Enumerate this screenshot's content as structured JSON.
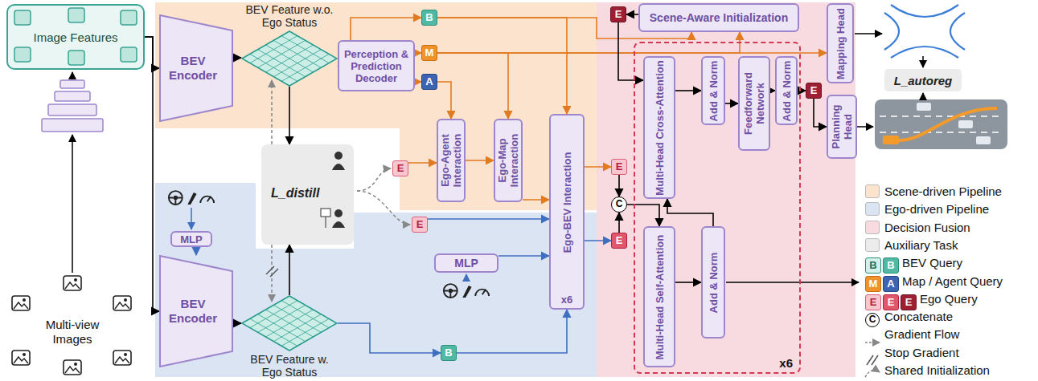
{
  "diagram": {
    "nodes": [
      {
        "text": [
          "Image Features"
        ]
      },
      {
        "text": [
          "BEV Encoder"
        ]
      },
      {
        "text": [
          "BEV Feature w.o. Ego Status"
        ]
      },
      {
        "text": [
          "Perception & Prediction Decoder"
        ]
      },
      {
        "text": [
          "B"
        ]
      },
      {
        "text": [
          "M"
        ]
      },
      {
        "text": [
          "A"
        ]
      },
      {
        "text": [
          "Scene-Aware Initialization"
        ]
      },
      {
        "text": [
          "E"
        ]
      },
      {
        "text": [
          "E"
        ]
      },
      {
        "text": [
          "Ego-Agent Interaction"
        ]
      },
      {
        "text": [
          "Ego-Map Interaction"
        ]
      },
      {
        "text": [
          "Ego-BEV Interaction",
          "x6"
        ]
      },
      {
        "text": [
          "E"
        ]
      },
      {
        "text": [
          "C"
        ]
      },
      {
        "text": [
          "E"
        ]
      },
      {
        "text": [
          "L_distill"
        ]
      },
      {
        "text": [
          "BEV Encoder"
        ]
      },
      {
        "text": [
          "MLP"
        ]
      },
      {
        "text": [
          "BEV Feature w. Ego Status"
        ]
      },
      {
        "text": [
          "E"
        ]
      },
      {
        "text": [
          "MLP"
        ]
      },
      {
        "text": [
          "B"
        ]
      },
      {
        "text": [
          "x6"
        ]
      },
      {
        "text": [
          "Multi-Head Cross-Attention"
        ],
        "in": 23
      },
      {
        "text": [
          "Add & Norm"
        ],
        "in": 23
      },
      {
        "text": [
          "Feedforward Network"
        ],
        "in": 23
      },
      {
        "text": [
          "Add & Norm"
        ],
        "in": 23
      },
      {
        "text": [
          "Multi-Head Self-Attention"
        ],
        "in": 23
      },
      {
        "text": [
          "Add & Norm"
        ],
        "in": 23
      },
      {
        "text": [
          "E"
        ]
      },
      {
        "text": [
          "Mapping Head"
        ]
      },
      {
        "text": [
          "Planning Head"
        ]
      },
      {
        "text": [
          "L_autoreg"
        ]
      }
    ],
    "edges": [
      {
        "from": 0,
        "to": 1,
        "arrow": "to"
      },
      {
        "from": 0,
        "to": 17,
        "arrow": "to"
      },
      {
        "from": 1,
        "to": 2,
        "arrow": "to"
      },
      {
        "from": 2,
        "to": 3,
        "arrow": "to"
      },
      {
        "from": 2,
        "to": 4,
        "arrow": "to"
      },
      {
        "from": 3,
        "to": 5,
        "arrow": "to"
      },
      {
        "from": 3,
        "to": 6,
        "arrow": "to"
      },
      {
        "from": 4,
        "to": 7,
        "arrow": "to"
      },
      {
        "from": 4,
        "to": 12,
        "arrow": "to"
      },
      {
        "from": 5,
        "to": 7,
        "arrow": "to"
      },
      {
        "from": 5,
        "to": 11,
        "arrow": "to"
      },
      {
        "from": 5,
        "to": 31,
        "arrow": "to"
      },
      {
        "from": 6,
        "to": 10,
        "arrow": "to"
      },
      {
        "from": 2,
        "to": 16,
        "arrow": "to"
      },
      {
        "from": 19,
        "to": 16,
        "arrow": "to"
      },
      {
        "from": 9,
        "to": 10,
        "arrow": "to"
      },
      {
        "from": 10,
        "to": 11,
        "arrow": "to"
      },
      {
        "from": 11,
        "to": 12,
        "arrow": "to"
      },
      {
        "from": 12,
        "to": 13,
        "arrow": "to"
      },
      {
        "from": 12,
        "to": 15,
        "arrow": "to"
      },
      {
        "from": 13,
        "to": 14,
        "arrow": "to"
      },
      {
        "from": 15,
        "to": 14,
        "arrow": "to"
      },
      {
        "from": 14,
        "to": 28,
        "arrow": "to"
      },
      {
        "from": 7,
        "to": 8,
        "arrow": "to"
      },
      {
        "from": 8,
        "to": 24,
        "arrow": "to"
      },
      {
        "from": 24,
        "to": 25,
        "arrow": "to"
      },
      {
        "from": 25,
        "to": 26,
        "arrow": "to"
      },
      {
        "from": 26,
        "to": 27,
        "arrow": "to"
      },
      {
        "from": 27,
        "to": 30,
        "arrow": "to"
      },
      {
        "from": 30,
        "to": 32,
        "arrow": "to"
      },
      {
        "from": 28,
        "to": 29,
        "arrow": "to"
      },
      {
        "from": 29,
        "to": 24,
        "arrow": "to"
      },
      {
        "from": 17,
        "to": 19,
        "arrow": "to"
      },
      {
        "from": 18,
        "to": 17,
        "arrow": "to"
      },
      {
        "from": 19,
        "to": 22,
        "arrow": "to"
      },
      {
        "from": 22,
        "to": 12,
        "arrow": "to"
      },
      {
        "from": 20,
        "to": 12,
        "arrow": "to"
      },
      {
        "from": 21,
        "to": 12,
        "arrow": "to"
      }
    ],
    "labels": [
      "Multi-view Images",
      "B",
      "B",
      "M",
      "A",
      "E",
      "E",
      "E",
      "C"
    ],
    "legend": [
      {
        "text": "Scene-driven Pipeline",
        "color": "#fbe3cd"
      },
      {
        "text": "Ego-driven Pipeline",
        "color": "#dbe4f3"
      },
      {
        "text": "Decision Fusion",
        "color": "#f8dbe1"
      },
      {
        "text": "Auxiliary Task",
        "color": "#ececec"
      },
      {
        "text": "BEV Query"
      },
      {
        "text": "Map / Agent Query"
      },
      {
        "text": "Ego Query"
      },
      {
        "text": "Concatenate"
      },
      {
        "text": "Gradient Flow"
      },
      {
        "text": "Stop Gradient"
      },
      {
        "text": "Shared Initialization"
      }
    ]
  }
}
